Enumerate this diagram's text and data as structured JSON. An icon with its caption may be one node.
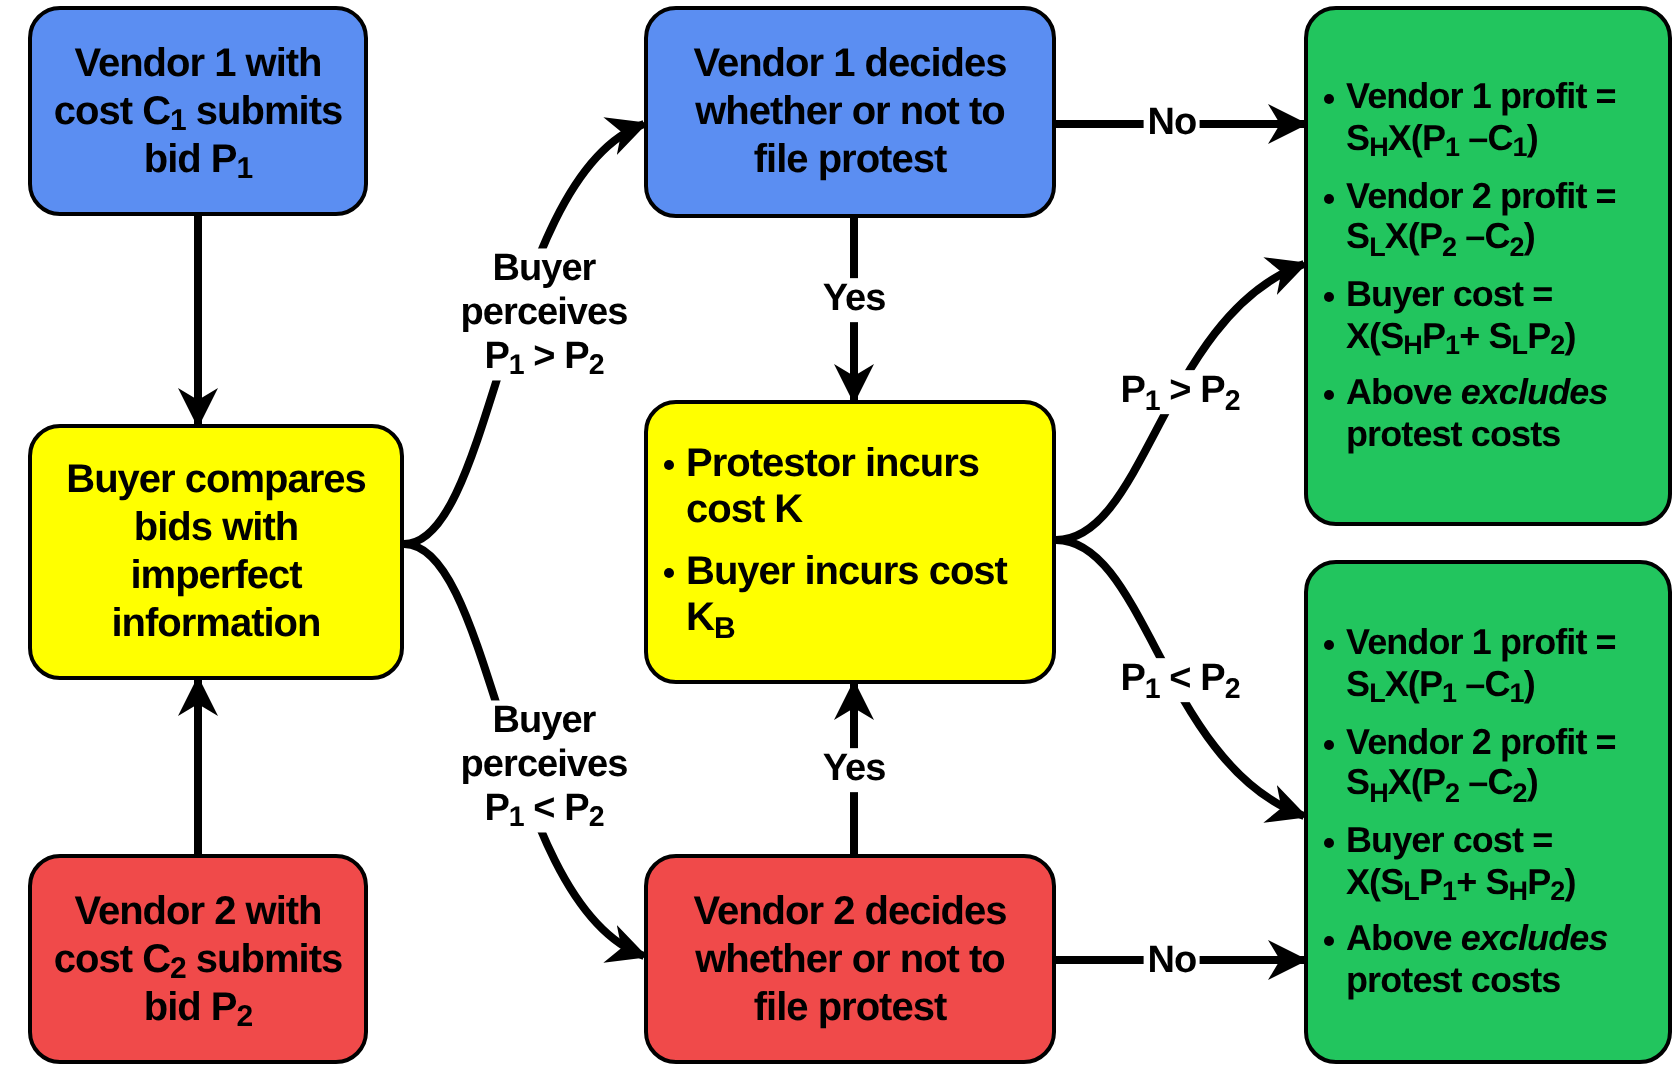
{
  "diagram": {
    "nodes": [
      {
        "text": [
          "Vendor 1 with cost C$_{1}$ submits bid P$_{1}$"
        ]
      },
      {
        "text": [
          "Buyer compares bids with imperfect information"
        ]
      },
      {
        "text": [
          "Vendor 2 with cost C$_{2}$ submits bid P$_{2}$"
        ]
      },
      {
        "text": [
          "Vendor 1 decides whether or not to file protest"
        ]
      },
      {
        "text": [
          "Protestor incurs cost K",
          "Buyer incurs cost K$_{B}$"
        ]
      },
      {
        "text": [
          "Vendor 2 decides whether or not to file protest"
        ]
      },
      {
        "text": [
          "Vendor 1 profit = S$_{H}$X(P$_{1}$ –C$_{1}$)",
          "Vendor 2 profit = S$_{L}$X(P$_{2}$ –C$_{2}$)",
          "Buyer cost = X(S$_{H}$P$_{1}$+ S$_{L}$P$_{2}$)",
          "Above *excludes* protest costs"
        ]
      },
      {
        "text": [
          "Vendor 1 profit = S$_{L}$X(P$_{1}$ –C$_{1}$)",
          "Vendor 2 profit = S$_{H}$X(P$_{2}$ –C$_{2}$)",
          "Buyer cost = X(S$_{L}$P$_{1}$+ S$_{H}$P$_{2}$)",
          "Above *excludes* protest costs"
        ]
      }
    ],
    "edges": [
      {
        "from": 0,
        "to": 1,
        "arrow": "to"
      },
      {
        "from": 2,
        "to": 1,
        "arrow": "to"
      },
      {
        "from": 1,
        "to": 3,
        "arrow": "to",
        "label": "Buyer perceives P$_{1}$ > P$_{2}$"
      },
      {
        "from": 1,
        "to": 5,
        "arrow": "to",
        "label": "Buyer perceives P$_{1}$ < P$_{2}$"
      },
      {
        "from": 3,
        "to": 6,
        "arrow": "to",
        "label": "No"
      },
      {
        "from": 3,
        "to": 4,
        "arrow": "to",
        "label": "Yes"
      },
      {
        "from": 5,
        "to": 4,
        "arrow": "to",
        "label": "Yes"
      },
      {
        "from": 5,
        "to": 7,
        "arrow": "to",
        "label": "No"
      },
      {
        "from": 4,
        "to": 6,
        "arrow": "to",
        "label": "P$_{1}$ > P$_{2}$"
      },
      {
        "from": 4,
        "to": 7,
        "arrow": "to",
        "label": "P$_{1}$ < P$_{2}$"
      }
    ]
  }
}
